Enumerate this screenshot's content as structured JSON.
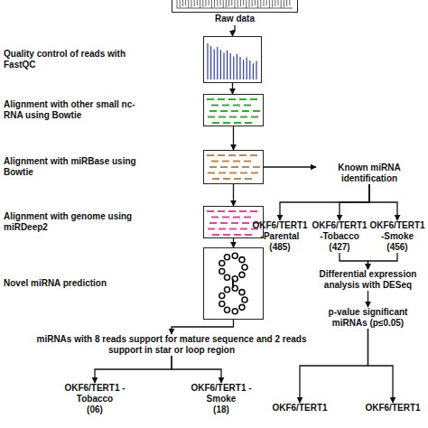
{
  "diagram": {
    "nodes": [
      {
        "text": [
          "Raw data"
        ]
      },
      {
        "text": [
          "Quality control of reads with FastQC"
        ]
      },
      {
        "text": [
          "Alignment with other small nc-RNA using Bowtie"
        ]
      },
      {
        "text": [
          "Alignment with miRBase using Bowtie"
        ]
      },
      {
        "text": [
          "Alignment with genome using miRDeep2"
        ]
      },
      {
        "text": [
          "Novel miRNA prediction"
        ]
      },
      {
        "text": [
          "miRNAs with 8 reads support for mature sequence and 2 reads support in star or loop region"
        ]
      },
      {
        "text": [
          "OKF6/TERT1 -Tobacco",
          "(06)"
        ]
      },
      {
        "text": [
          "OKF6/TERT1 -Smoke",
          "(18)"
        ]
      },
      {
        "text": [
          "Known miRNA identification"
        ]
      },
      {
        "text": [
          "OKF6/TERT1 -Parental",
          "(485)"
        ]
      },
      {
        "text": [
          "OKF6/TERT1 -Tobacco",
          "(427)"
        ]
      },
      {
        "text": [
          "OKF6/TERT1 -Smoke",
          "(456)"
        ]
      },
      {
        "text": [
          "Differential expression analysis with DESeq"
        ]
      },
      {
        "text": [
          "p-value significant miRNAs (p≤0.05)"
        ]
      },
      {
        "text": [
          "OKF6/TERT1"
        ]
      },
      {
        "text": [
          "OKF6/TERT1"
        ]
      }
    ],
    "edges": [
      {
        "from": 0,
        "to": 1,
        "arrow": "to"
      },
      {
        "from": 1,
        "to": 2,
        "arrow": "to"
      },
      {
        "from": 2,
        "to": 3,
        "arrow": "to"
      },
      {
        "from": 3,
        "to": 4,
        "arrow": "to"
      },
      {
        "from": 4,
        "to": 5,
        "arrow": "to"
      },
      {
        "from": 5,
        "to": 6,
        "arrow": "to"
      },
      {
        "from": 6,
        "to": 7,
        "arrow": "to"
      },
      {
        "from": 6,
        "to": 8,
        "arrow": "to"
      },
      {
        "from": 3,
        "to": 9,
        "arrow": "to"
      },
      {
        "from": 9,
        "to": 10,
        "arrow": "to"
      },
      {
        "from": 9,
        "to": 11,
        "arrow": "to"
      },
      {
        "from": 9,
        "to": 12,
        "arrow": "to"
      },
      {
        "from": 11,
        "to": 13,
        "arrow": "to"
      },
      {
        "from": 12,
        "to": 13,
        "arrow": "to"
      },
      {
        "from": 13,
        "to": 14,
        "arrow": "to"
      },
      {
        "from": 14,
        "to": 15,
        "arrow": "to"
      },
      {
        "from": 14,
        "to": 16,
        "arrow": "to"
      }
    ]
  }
}
